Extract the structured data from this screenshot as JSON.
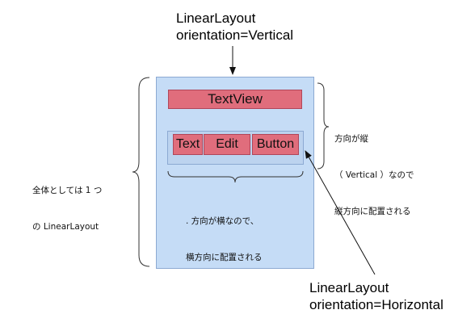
{
  "outer_layout": {
    "title_line1": "LinearLayout",
    "title_line2": "orientation=Vertical",
    "fill_color": "#c5dcf6"
  },
  "inner_layout": {
    "title_line1": "LinearLayout",
    "title_line2": "orientation=Horizontal"
  },
  "textview": {
    "label": "TextView",
    "fill_color": "#e06d7c"
  },
  "children": {
    "text": "Text",
    "edit": "Edit",
    "button": "Button"
  },
  "notes": {
    "vertical": {
      "line1": "方向が縦",
      "line2": "（ Vertical ）なので",
      "line3": "縦方向に配置される"
    },
    "whole": {
      "line1": "全体としては 1 つ",
      "line2": "の LinearLayout"
    },
    "horizontal": {
      "line1": ". 方向が横なので、",
      "line2": "横方向に配置される"
    }
  }
}
